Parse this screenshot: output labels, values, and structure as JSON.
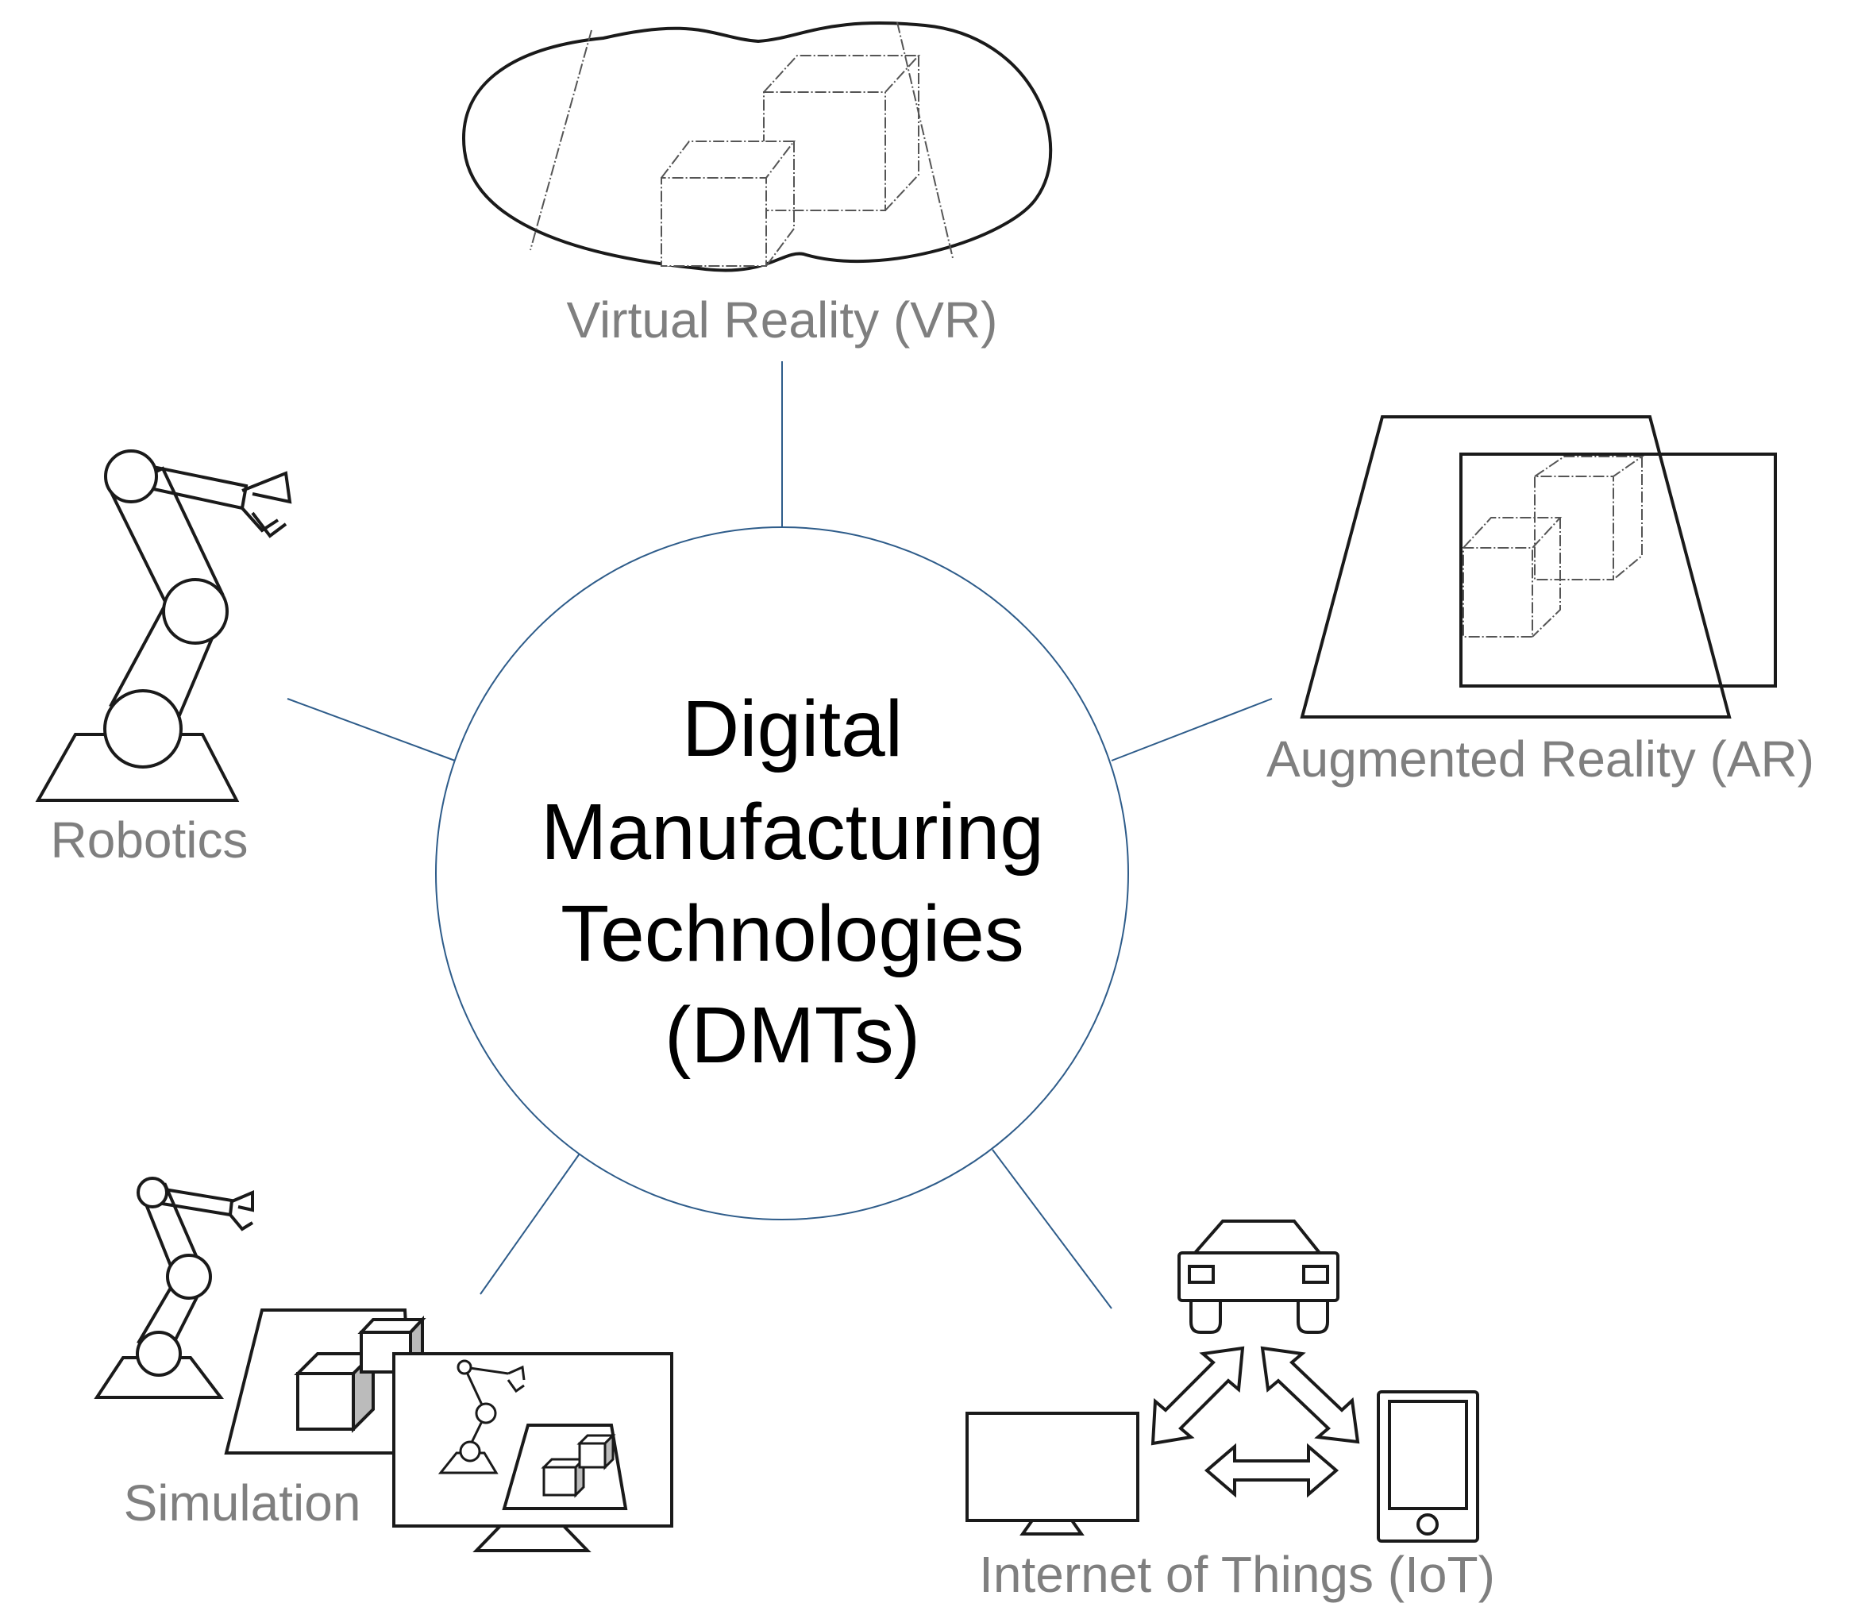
{
  "center": {
    "title_lines": [
      "Digital",
      "Manufacturing",
      "Technologies",
      "(DMTs)"
    ]
  },
  "technologies": {
    "vr": {
      "label": "Virtual Reality (VR)",
      "icon": "vr-headset-icon"
    },
    "ar": {
      "label": "Augmented Reality (AR)",
      "icon": "ar-overlay-icon"
    },
    "robotics": {
      "label": "Robotics",
      "icon": "robot-arm-icon"
    },
    "simulation": {
      "label": "Simulation",
      "icon": "simulation-monitor-icon"
    },
    "iot": {
      "label": "Internet of Things (IoT)",
      "icon": "connected-devices-icon"
    }
  },
  "colors": {
    "connector": "#2e5c8a",
    "label": "#7f7f7f",
    "title": "#000000"
  }
}
